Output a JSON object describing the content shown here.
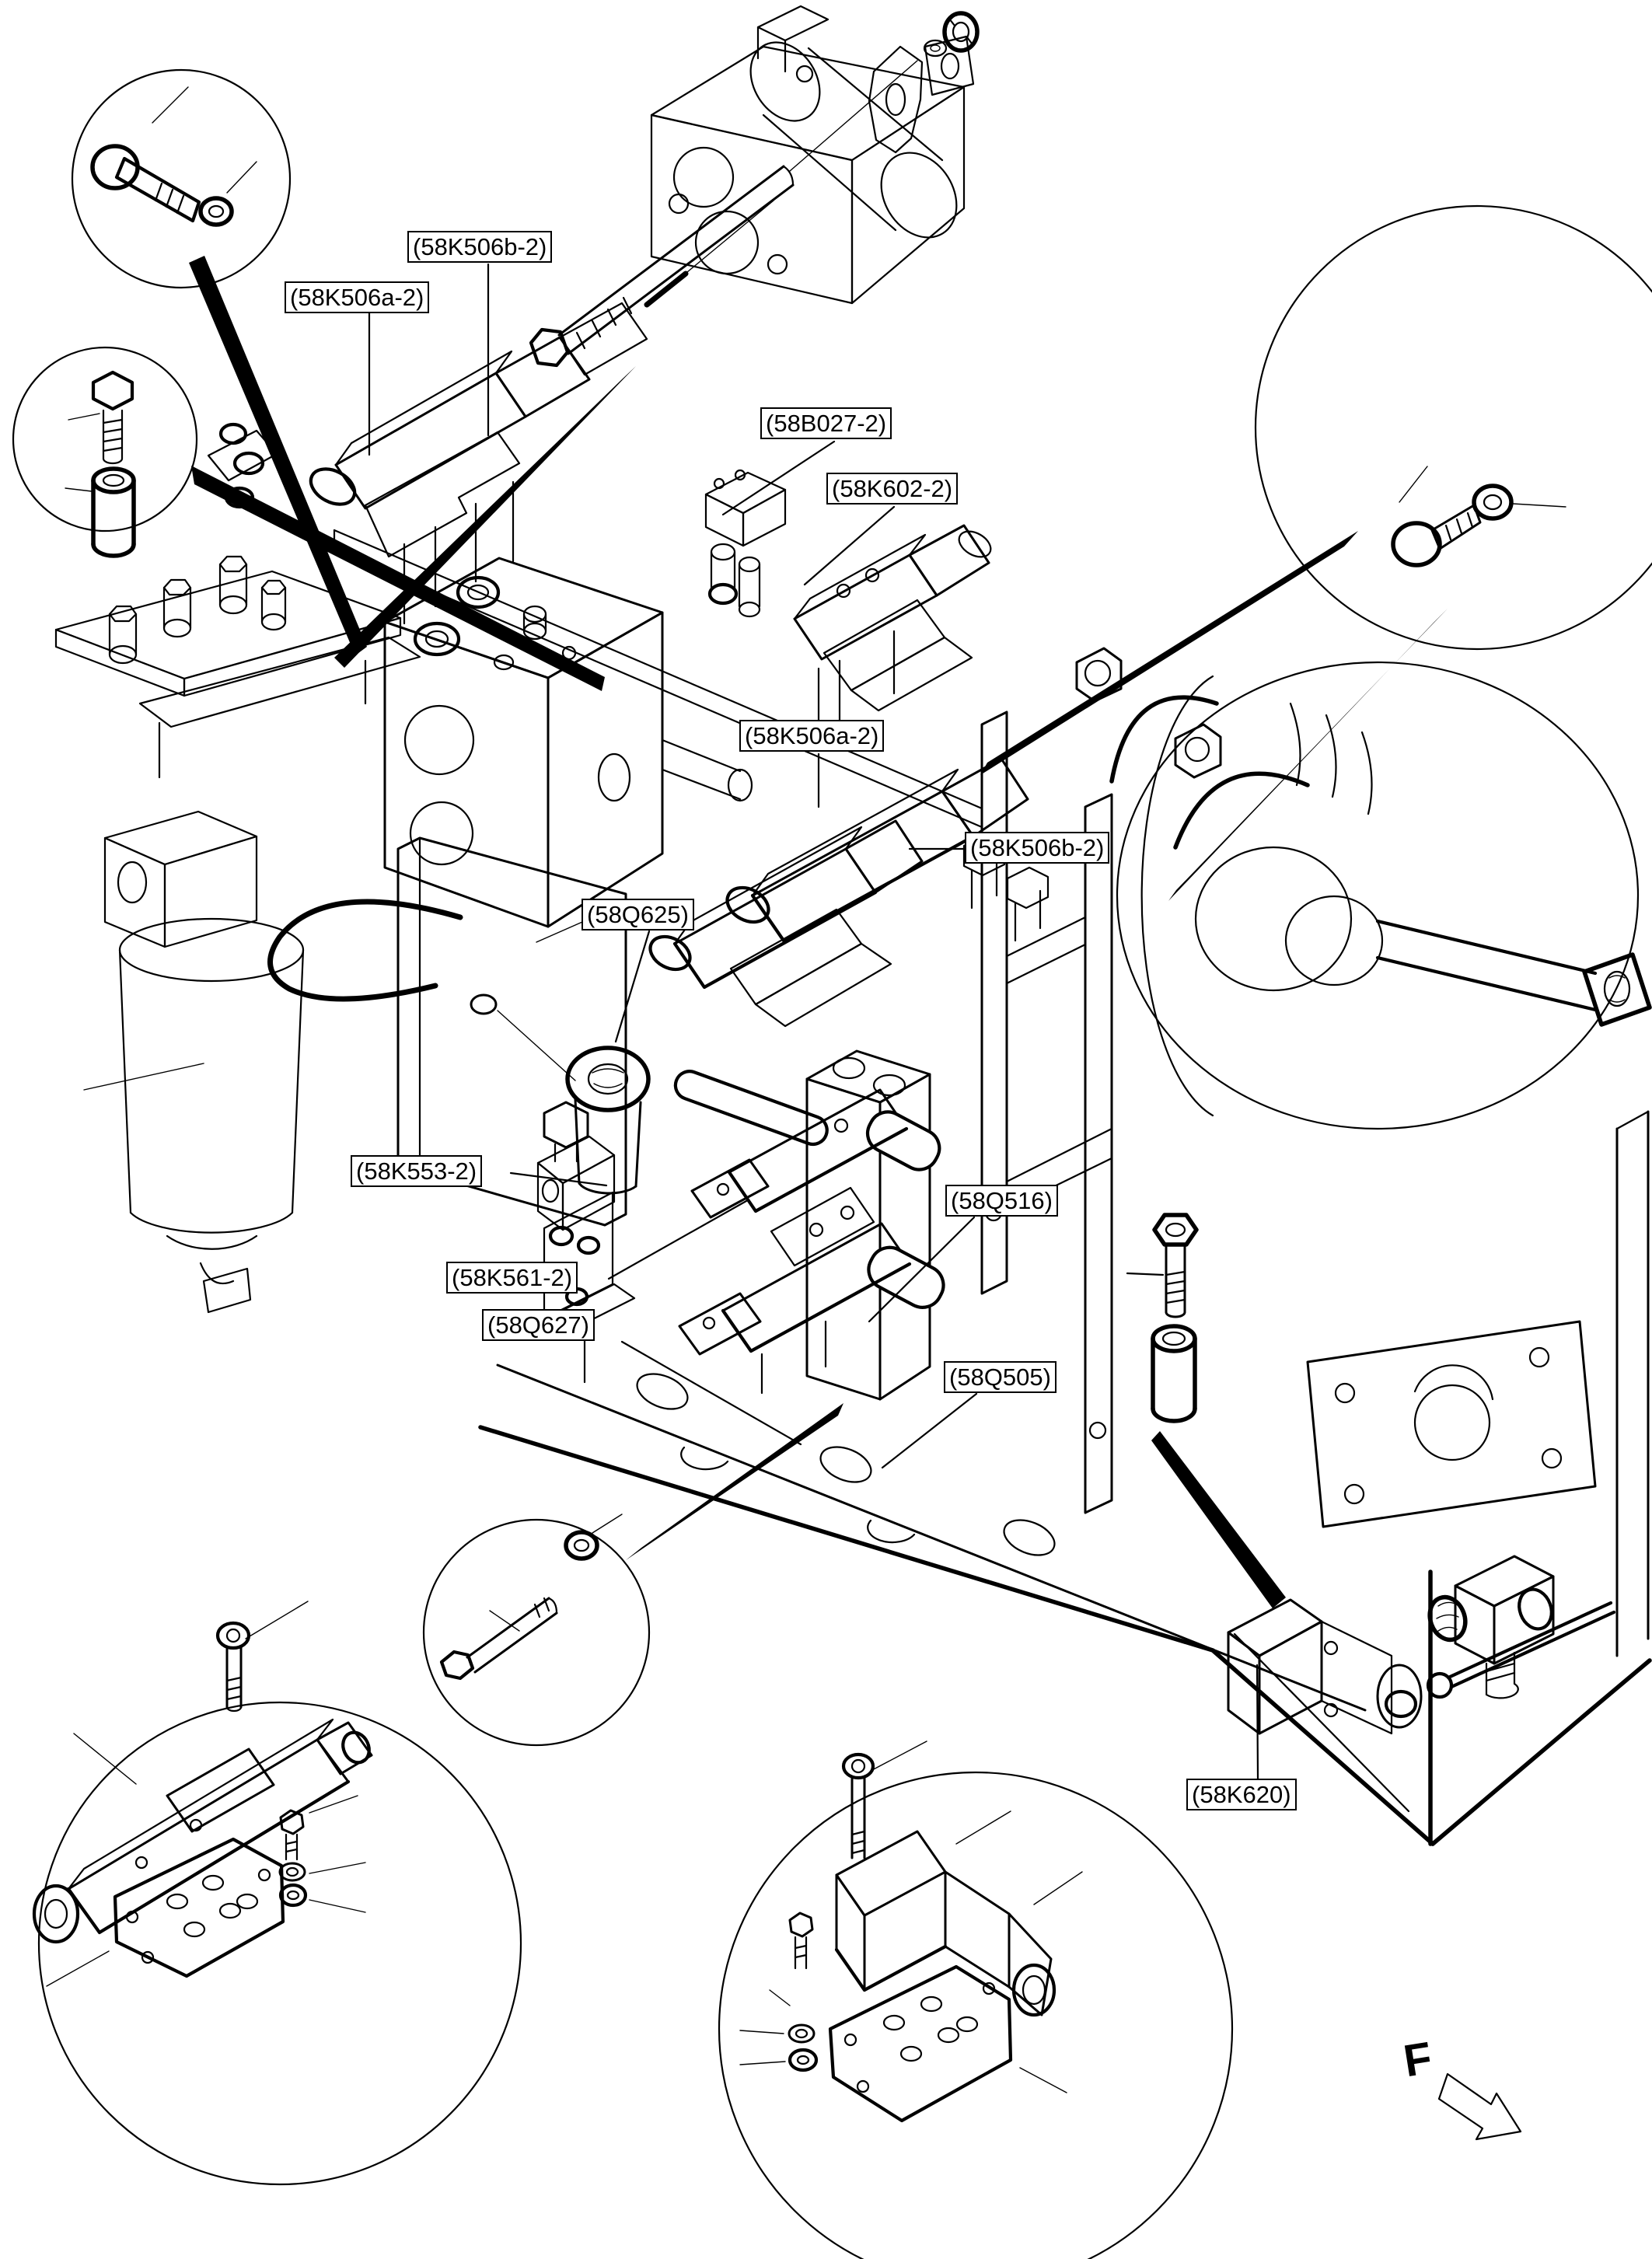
{
  "diagram": {
    "type": "exploded-parts-diagram",
    "background_color": "#ffffff",
    "line_color": "#000000",
    "part_labels": [
      {
        "id": "58K506b-2-top",
        "text": "(58K506b-2)"
      },
      {
        "id": "58K506a-2-top",
        "text": "(58K506a-2)"
      },
      {
        "id": "58B027-2",
        "text": "(58B027-2)"
      },
      {
        "id": "58K602-2",
        "text": "(58K602-2)"
      },
      {
        "id": "58K506a-2-mid",
        "text": "(58K506a-2)"
      },
      {
        "id": "58K506b-2-mid",
        "text": "(58K506b-2)"
      },
      {
        "id": "58Q625",
        "text": "(58Q625)"
      },
      {
        "id": "58K553-2",
        "text": "(58K553-2)"
      },
      {
        "id": "58Q516",
        "text": "(58Q516)"
      },
      {
        "id": "58K561-2",
        "text": "(58K561-2)"
      },
      {
        "id": "58Q627",
        "text": "(58Q627)"
      },
      {
        "id": "58Q505",
        "text": "(58Q505)"
      },
      {
        "id": "58K620",
        "text": "(58K620)"
      }
    ],
    "direction_indicator": {
      "label": "F"
    }
  }
}
